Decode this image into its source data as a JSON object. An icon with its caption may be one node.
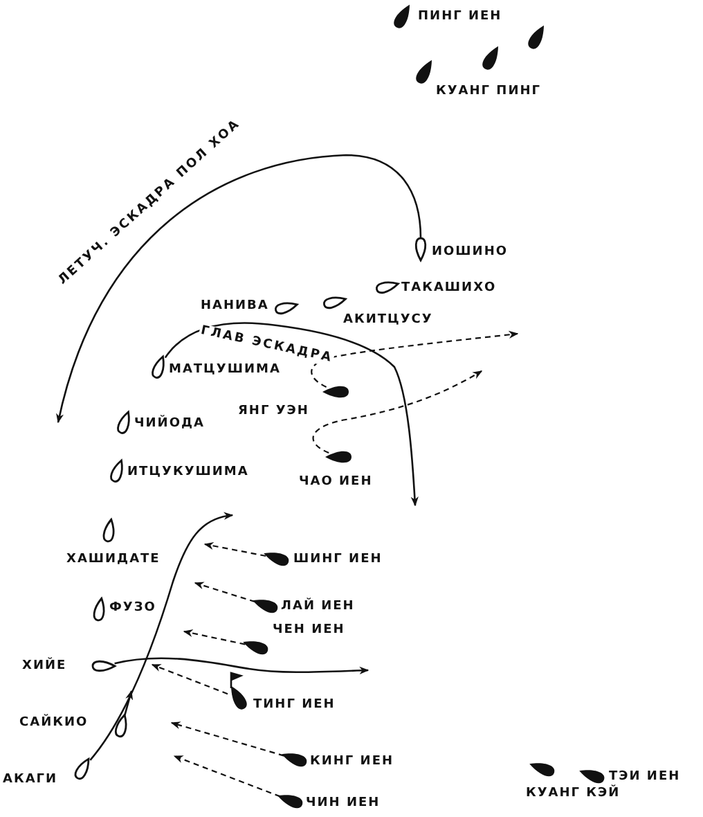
{
  "diagram": {
    "nodes": [
      {
        "text": [
          "ПИНГ ИЕН"
        ]
      },
      {
        "text": [],
        "shape": "ship"
      },
      {
        "text": [],
        "shape": "ship"
      },
      {
        "text": [
          "КУАНГ ПИНГ"
        ]
      },
      {
        "text": [
          "ИОШИНО"
        ]
      },
      {
        "text": [
          "ТАКАШИХО"
        ]
      },
      {
        "text": [
          "НАНИВА"
        ]
      },
      {
        "text": [
          "АКИТЦУСУ"
        ]
      },
      {
        "text": [
          "МАТЦУШИМА"
        ]
      },
      {
        "text": [
          "ЯНГ УЭН"
        ]
      },
      {
        "text": [
          "ЧИЙОДА"
        ]
      },
      {
        "text": [
          "ИТЦУКУШИМА"
        ]
      },
      {
        "text": [
          "ЧАО ИЕН"
        ]
      },
      {
        "text": [
          "ХАШИДАТЕ"
        ]
      },
      {
        "text": [
          "ШИНГ ИЕН"
        ]
      },
      {
        "text": [
          "ФУЗО"
        ]
      },
      {
        "text": [
          "ЛАЙ ИЕН"
        ]
      },
      {
        "text": [
          "ЧЕН ИЕН"
        ]
      },
      {
        "text": [
          "ХИЙЕ"
        ]
      },
      {
        "text": [
          "ТИНГ ИЕН"
        ]
      },
      {
        "text": [
          "САЙКИО"
        ]
      },
      {
        "text": [
          "АКАГИ"
        ]
      },
      {
        "text": [
          "КИНГ ИЕН"
        ]
      },
      {
        "text": [
          "ЧИН ИЕН"
        ]
      },
      {
        "text": [
          "КУАНГ КЭЙ"
        ]
      },
      {
        "text": [
          "ТЭИ ИЕН"
        ]
      }
    ],
    "edges": [
      {
        "from": 4,
        "to": null,
        "arrow": "to",
        "label": "ЛЕТУЧ. ЭСКАДРА ПОЛ ХОА"
      },
      {
        "from": 8,
        "to": null,
        "arrow": "to",
        "label": "ГЛАВ ЭСКАДРА"
      },
      {
        "from": 9,
        "to": null,
        "arrow": "to",
        "style": "dashed"
      },
      {
        "from": 12,
        "to": null,
        "arrow": "to",
        "style": "dashed"
      },
      {
        "from": 21,
        "to": null,
        "arrow": "to"
      },
      {
        "from": 20,
        "to": null,
        "arrow": "to"
      },
      {
        "from": 18,
        "to": null,
        "arrow": "to"
      },
      {
        "from": 14,
        "to": null,
        "arrow": "to",
        "style": "dashed"
      },
      {
        "from": 16,
        "to": null,
        "arrow": "to",
        "style": "dashed"
      },
      {
        "from": 17,
        "to": null,
        "arrow": "to",
        "style": "dashed"
      },
      {
        "from": 19,
        "to": null,
        "arrow": "to",
        "style": "dashed"
      },
      {
        "from": 22,
        "to": null,
        "arrow": "to",
        "style": "dashed"
      },
      {
        "from": 23,
        "to": null,
        "arrow": "to",
        "style": "dashed"
      }
    ]
  }
}
